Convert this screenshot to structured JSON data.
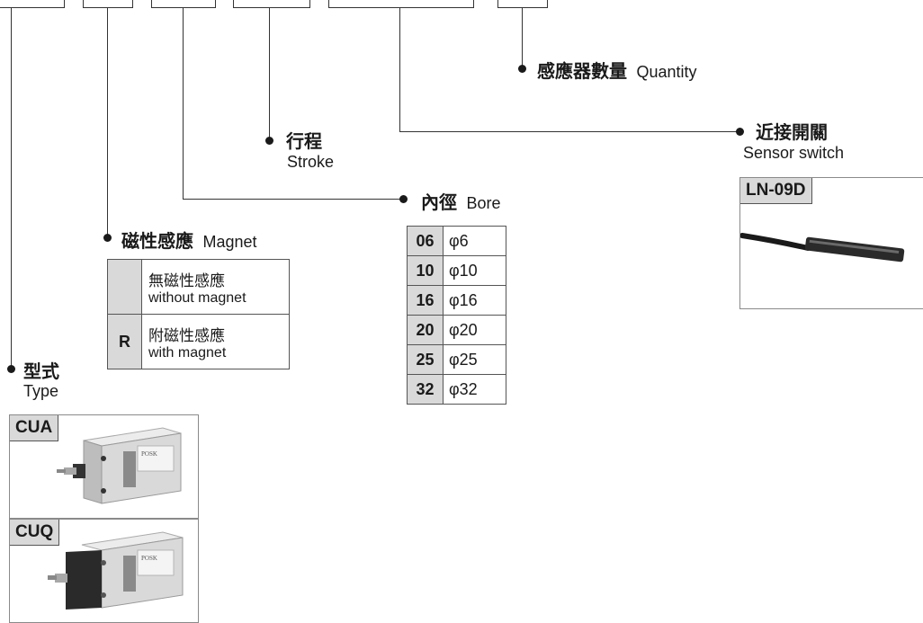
{
  "quantity": {
    "zh": "感應器數量",
    "en": "Quantity"
  },
  "sensor": {
    "zh": "近接開關",
    "en": "Sensor switch",
    "model": "LN-09D"
  },
  "stroke": {
    "zh": "行程",
    "en": "Stroke"
  },
  "bore": {
    "zh": "內徑",
    "en": "Bore",
    "rows": [
      {
        "code": "06",
        "value": "φ6"
      },
      {
        "code": "10",
        "value": "φ10"
      },
      {
        "code": "16",
        "value": "φ16"
      },
      {
        "code": "20",
        "value": "φ20"
      },
      {
        "code": "25",
        "value": "φ25"
      },
      {
        "code": "32",
        "value": "φ32"
      }
    ]
  },
  "magnet": {
    "zh": "磁性感應",
    "en": "Magnet",
    "rows": [
      {
        "code": "",
        "zh": "無磁性感應",
        "en": "without magnet"
      },
      {
        "code": "R",
        "zh": "附磁性感應",
        "en": "with magnet"
      }
    ]
  },
  "type": {
    "zh": "型式",
    "en": "Type",
    "models": [
      "CUA",
      "CUQ"
    ],
    "cylinder_labels": [
      "POSK",
      "POSK"
    ]
  },
  "colors": {
    "line": "#333333",
    "cell_gray": "#d9d9d9",
    "cylinder_body": "#d4d4d4",
    "cylinder_dark": "#2a2a2a"
  }
}
